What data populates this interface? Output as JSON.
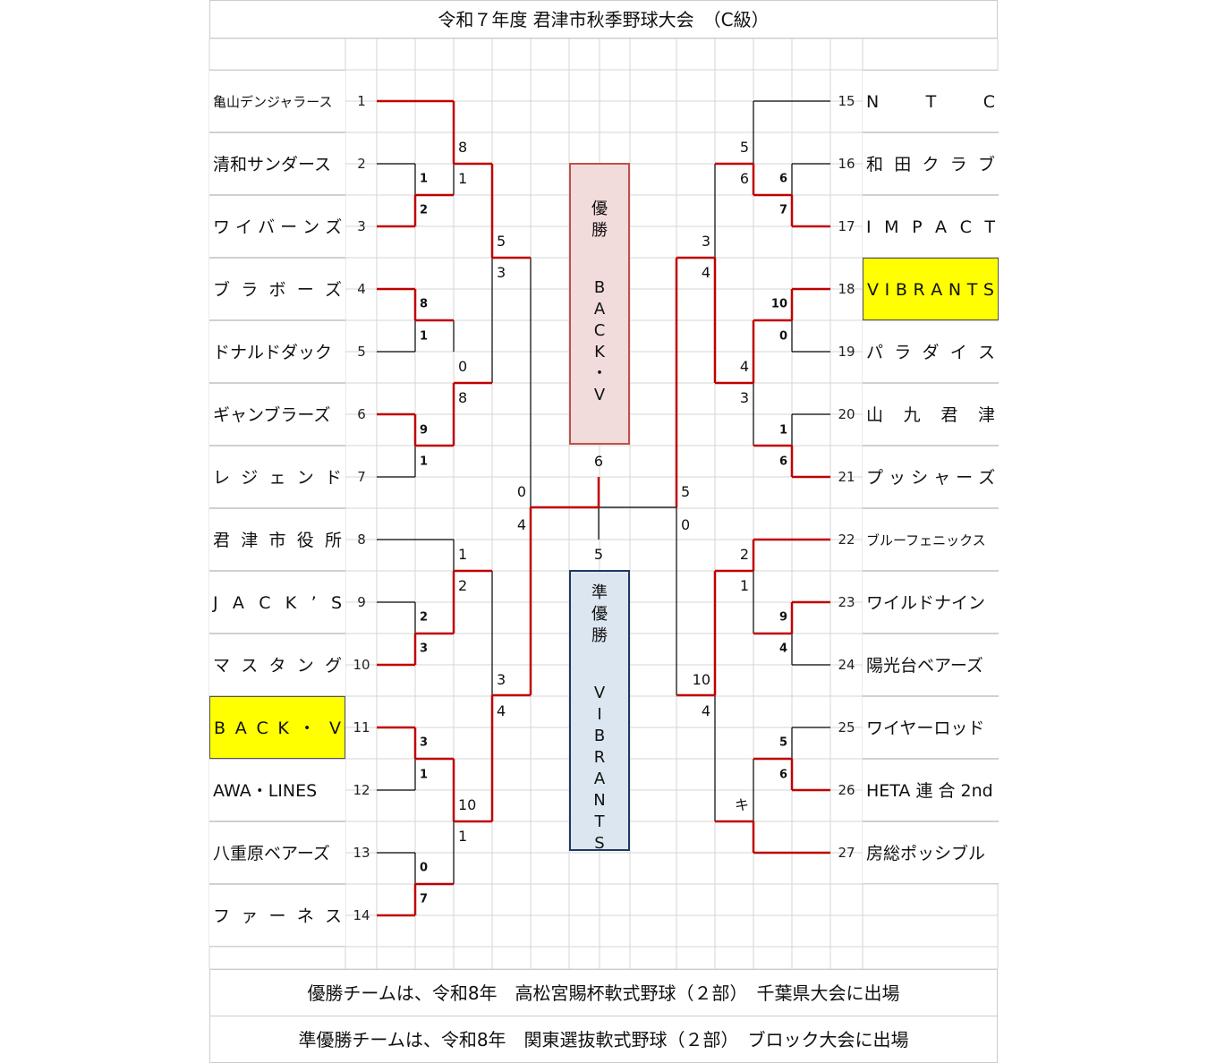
{
  "title": "令和７年度 君津市秋季野球大会　（C級）",
  "left_teams": [
    {
      "no": "1",
      "name": "亀山デンジャラース"
    },
    {
      "no": "2",
      "name": "清和サンダース"
    },
    {
      "no": "3",
      "name": "ワ イ バ ー ン ズ"
    },
    {
      "no": "4",
      "name": "ブ ラ ボ ー ズ"
    },
    {
      "no": "5",
      "name": "ドナルドダック"
    },
    {
      "no": "6",
      "name": "ギャンブラーズ"
    },
    {
      "no": "7",
      "name": "レ ジ ェ ン ド"
    },
    {
      "no": "8",
      "name": "君 津 市 役 所"
    },
    {
      "no": "9",
      "name": "J A C K ’ S"
    },
    {
      "no": "10",
      "name": "マ ス タ ン グ"
    },
    {
      "no": "11",
      "name": "B A C K ・ V"
    },
    {
      "no": "12",
      "name": "AWA・LINES"
    },
    {
      "no": "13",
      "name": "八重原ベアーズ"
    },
    {
      "no": "14",
      "name": "フ ァ ー ネ ス"
    }
  ],
  "right_teams": [
    {
      "no": "15",
      "name": "N T C"
    },
    {
      "no": "16",
      "name": "和 田 ク ラ ブ"
    },
    {
      "no": "17",
      "name": "I M P A C T"
    },
    {
      "no": "18",
      "name": "V I B R A N T S"
    },
    {
      "no": "19",
      "name": "パ ラ ダ イ ス"
    },
    {
      "no": "20",
      "name": "山 九 君 津"
    },
    {
      "no": "21",
      "name": "プ ッ シ ャ ー ズ"
    },
    {
      "no": "22",
      "name": "ブルーフェニックス"
    },
    {
      "no": "23",
      "name": "ワイルドナイン"
    },
    {
      "no": "24",
      "name": "陽光台ベアーズ"
    },
    {
      "no": "25",
      "name": "ワイヤーロッド"
    },
    {
      "no": "26",
      "name": "HETA 連 合 2nd"
    },
    {
      "no": "27",
      "name": "房総ポッシブル"
    }
  ],
  "scores": {
    "l_m1a": "1",
    "l_m1b": "2",
    "l_r2a_a": "8",
    "l_r2a_b": "1",
    "l_m2a": "8",
    "l_m2b": "1",
    "l_m3a": "9",
    "l_m3b": "1",
    "l_r2b_a": "0",
    "l_r2b_b": "8",
    "l_r3a_a": "5",
    "l_r3a_b": "3",
    "l_sf_a": "0",
    "l_sf_b": "4",
    "l_r2c_a": "1",
    "l_r2c_b": "2",
    "l_m4a": "2",
    "l_m4b": "3",
    "l_m5a": "3",
    "l_m5b": "1",
    "l_m6a": "0",
    "l_m6b": "7",
    "l_r2d_a": "10",
    "l_r2d_b": "1",
    "l_r3b_a": "3",
    "l_r3b_b": "4",
    "final_top": "6",
    "final_bottom": "5",
    "r_m1a": "6",
    "r_m1b": "7",
    "r_r2a_a": "5",
    "r_r2a_b": "6",
    "r_m2a": "10",
    "r_m2b": "0",
    "r_m3a": "1",
    "r_m3b": "6",
    "r_r2b_a": "4",
    "r_r2b_b": "3",
    "r_r3a_a": "3",
    "r_r3a_b": "4",
    "r_sf_a": "5",
    "r_sf_b": "0",
    "r_r2c_a": "2",
    "r_r2c_b": "1",
    "r_m4a": "9",
    "r_m4b": "4",
    "r_r3b_a": "10",
    "r_r3b_b": "4",
    "r_m5a": "5",
    "r_m5b": "6",
    "r_r2d_a": "キ"
  },
  "champion": {
    "label": [
      "優",
      "勝"
    ],
    "team": [
      "B",
      "A",
      "C",
      "K",
      "・",
      "V"
    ]
  },
  "runner_up": {
    "label": [
      "準",
      "優",
      "勝"
    ],
    "team": [
      "V",
      "I",
      "B",
      "R",
      "A",
      "N",
      "T",
      "S"
    ]
  },
  "footer": [
    "優勝チームは、令和8年　高松宮賜杯軟式野球（２部）　千葉県大会に出場",
    "準優勝チームは、令和8年　関東選抜軟式野球（２部）　ブロック大会に出場"
  ],
  "colors": {
    "winner_line": "#c00000",
    "highlight": "#ffff00",
    "champion_bg": "#f2dcdb",
    "runner_up_bg": "#dce6f1"
  }
}
